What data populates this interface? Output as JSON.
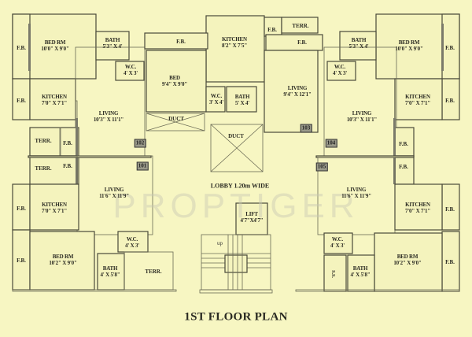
{
  "title": "1ST FLOOR PLAN",
  "watermark": "PROPTIGER",
  "lobby": "LOBBY 1.20m WIDE",
  "stair_label": "up",
  "colors": {
    "background": "#f7f6c2",
    "wall": "#4a4a3a",
    "text": "#2a2a22"
  },
  "rooms": [
    {
      "name": "BED RM",
      "dim": "10'0\" X 9'0\""
    },
    {
      "name": "BATH",
      "dim": "5'3\" X 4'"
    },
    {
      "name": "W.C.",
      "dim": "4' X 3'"
    },
    {
      "name": "KITCHEN",
      "dim": "7'0\" X 7'1\""
    },
    {
      "name": "LIVING",
      "dim": "10'3\" X 11'1\""
    },
    {
      "name": "KITCHEN",
      "dim": "8'2\" X 7'5\""
    },
    {
      "name": "BED",
      "dim": "9'4\" X 9'0\""
    },
    {
      "name": "W.C.",
      "dim": "3' X 4'"
    },
    {
      "name": "BATH",
      "dim": "5' X 4'"
    },
    {
      "name": "LIVING",
      "dim": "9'4\" X 12'1\""
    },
    {
      "name": "BED RM",
      "dim": "10'0\" X 9'0\""
    },
    {
      "name": "BATH",
      "dim": "5'3\" X 4'"
    },
    {
      "name": "W.C.",
      "dim": "4' X 3'"
    },
    {
      "name": "KITCHEN",
      "dim": "7'0\" X 7'1\""
    },
    {
      "name": "LIVING",
      "dim": "10'3\" X 11'1\""
    },
    {
      "name": "LIVING",
      "dim": "11'6\" X 11'9\""
    },
    {
      "name": "KITCHEN",
      "dim": "7'0\" X 7'1\""
    },
    {
      "name": "W.C.",
      "dim": "4' X 3'"
    },
    {
      "name": "BED RM",
      "dim": "10'2\" X 9'0\""
    },
    {
      "name": "BATH",
      "dim": "4' X 5'8\""
    },
    {
      "name": "LIVING",
      "dim": "11'6\" X 11'9\""
    },
    {
      "name": "KITCHEN",
      "dim": "7'0\" X 7'1\""
    },
    {
      "name": "W.C.",
      "dim": "4' X 3'"
    },
    {
      "name": "BED RM",
      "dim": "10'2\" X 9'0\""
    },
    {
      "name": "BATH",
      "dim": "4' X 5'8\""
    },
    {
      "name": "LIFT",
      "dim": "4'7\"X4'7\""
    }
  ],
  "tags": {
    "fb": "F.B.",
    "terr": "TERR.",
    "duct": "DUCT",
    "ss": "S.S."
  },
  "units": [
    "101",
    "102",
    "103",
    "104",
    "105"
  ]
}
